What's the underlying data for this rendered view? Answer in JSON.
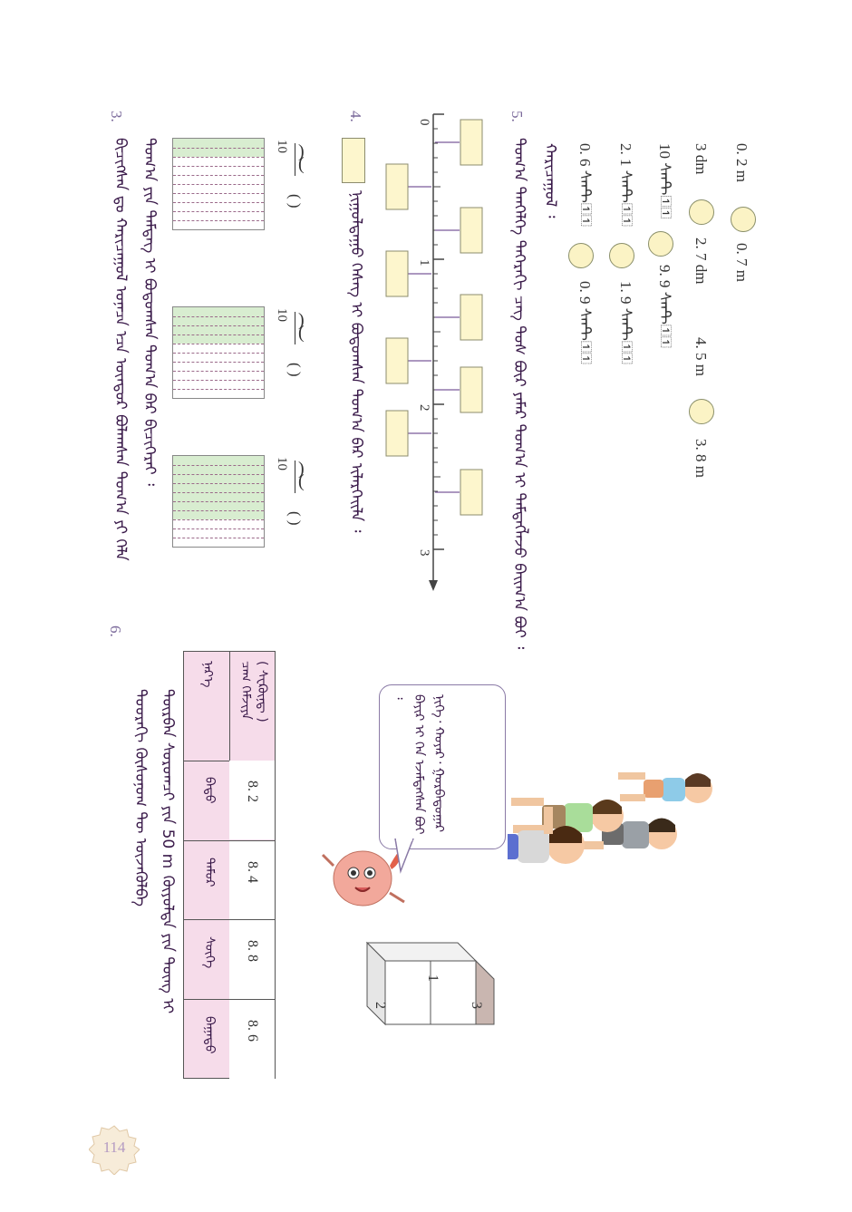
{
  "page_number": "114",
  "compare": {
    "pairs": [
      {
        "left": "0. 2 m",
        "right": "0. 7 m"
      },
      {
        "left": "3 dm",
        "right": "2. 7 dm",
        "left2": "4. 5 m",
        "right2": "3. 8 m"
      },
      {
        "left": "10 ᠰᠡᠨᠲ᠋᠋",
        "right": "9. 9 ᠰᠡᠨᠲ᠋᠋"
      },
      {
        "left": "2. 1 ᠰᠡᠨᠲ᠋᠋",
        "right": "1. 9 ᠰᠡᠨᠲ᠋᠋"
      },
      {
        "left": "0. 6 ᠰᠡᠨᠲ᠋᠋",
        "right": "0. 9 ᠰᠡᠨᠲ᠋᠋"
      }
    ],
    "tail": "ᠬᠠᠷᠢᠴᠠᠭᠤᠯ ᠄"
  },
  "ex5": {
    "num": "5.",
    "text": "ᠲᠤᠭ᠎ᠠ ᠲᠡᠨᠭᠡᠯᠭᠡ ᠳᠡᠭᠡᠷᠡᠬᠢ ᠴᠡᠭ ᠲᠤᠰ ᠪᠦᠷ ᠶᠠᠮᠠᠷ ᠲᠤᠭ᠎ᠠ ᠢ ᠲᠡᠮᠳᠡᠭᠯᠡᠵᠦ ᠪᠠᠢᠭ᠎ᠠ ᠪᠤᠢ ᠄",
    "ticks": [
      "0",
      "1",
      "2",
      "3"
    ]
  },
  "ex4": {
    "num": "4.",
    "text": "ᠨᠢᠭᠤᠯᠳᠠᠭᠤ ᠬᠡᠰᠡᠭ ᠢ ᠪᠤᠳᠤᠭᠰᠠᠨ ᠲᠤᠭ᠎ᠠ ᠪᠠᠷ ᠢᠯᠡᠷᠬᠡᠢᠯᠡ ᠄",
    "denominator": "10",
    "blank": "(    )",
    "grids": [
      {
        "shaded": 0.2
      },
      {
        "shaded": 0.4
      },
      {
        "shaded": 0.7
      }
    ]
  },
  "ex3": {
    "num": "3.",
    "text": "ᠲᠤᠭ᠎ᠠ ᠶᠢᠨ ᠲᠡᠮᠳᠡᠭ ᠢ ᠪᠤᠳᠤᠭᠰᠠᠨ ᠲᠤᠭ᠎ᠠ ᠪᠠᠷ ᠪᠢᠴᠢᠭᠡᠷᠡᠢ ᠄",
    "text2": "ᠪᠢᠴᠢᠭᠰᠡᠨ ᠳᠤ ᠬᠠᠷᠢᠴᠠᠭᠤᠯ ᠤᠨᠠᠴᠠ ᠡᠴᠡ ᠦᠨᠳᠦᠷ ᠪᠤᠯᠠᠭᠰᠠᠨ ᠲᠤᠭ᠎ᠠ ᠶᠢ ᠬᠡᠯᠡ"
  },
  "ex6": {
    "num": "6.",
    "question": "ᠳᠦᠷᠪᠡᠨ ᠰᠤᠷᠤᠭᠴᠢ ᠶᠢᠨ 50 m ᠭᠦᠶᠦᠯᠲᠡ ᠶᠢᠨ ᠳᠦᠩ ᠢ ᠳᠤᠤᠷᠠᠬᠢ ᠬᠦᠰᠦᠨᠦᠭ᠋ ᠲᠦ ᠦᠵᠡᠭᠦᠯᠪᠡ",
    "speech": "ᠨᠢᠭᠡ᠂ ᠬᠣᠶᠠᠷ᠂ ᠭᠤᠷᠪᠠᠳᠤᠭᠠᠷ ᠪᠠᠶᠢᠷ ᠢ ᠬᠡᠨ ᠡᠵᠡᠮᠳᠡᠭᠰᠡᠨ ᠪᠤᠢ ᠄",
    "podium": [
      "1",
      "2",
      "3"
    ],
    "table": {
      "header_label": "ᠴᠠᠭ ᠬᠡᠮᠵᠢᠶᠡ",
      "header_unit": "( ᠰᠧᠺᠦ᠋ᠨ᠋ᠳ᠋ )",
      "name_label": "ᠨᠡᠷ᠎ᠡ",
      "rows": [
        {
          "name": "ᠪᠠᠲᠤ",
          "time": "8. 2"
        },
        {
          "name": "ᠲᠡᠮᠦᠷ",
          "time": "8. 4"
        },
        {
          "name": "ᠰᠦᠬᠡ",
          "time": "8. 8"
        },
        {
          "name": "ᠪᠠᠭᠠᠲᠤ",
          "time": "8. 6"
        }
      ]
    }
  },
  "colors": {
    "accent": "#7b6a9b",
    "box_fill": "#fdf6cd",
    "grid_fill": "#d8edd0",
    "table_pink": "#f6dcea"
  }
}
